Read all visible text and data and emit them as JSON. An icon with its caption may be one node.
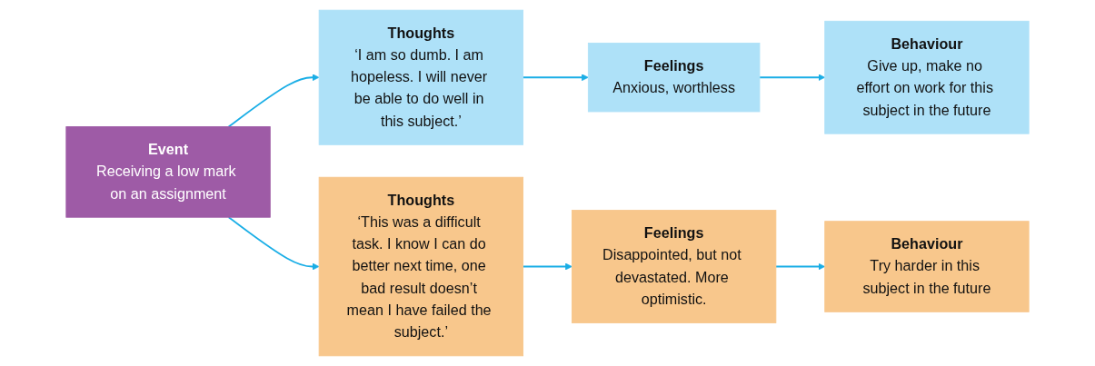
{
  "diagram": {
    "nodes": [
      {
        "text": [
          "Event",
          "Receiving a low mark on an assignment"
        ]
      },
      {
        "text": [
          "Thoughts",
          "‘I am so dumb. I am hopeless. I will never be able to do well in this subject.’"
        ]
      },
      {
        "text": [
          "Feelings",
          "Anxious, worthless"
        ]
      },
      {
        "text": [
          "Behaviour",
          "Give up, make no effort on work for this subject in the future"
        ]
      },
      {
        "text": [
          "Thoughts",
          "‘This was a difficult task. I know I can do better next time, one bad result doesn’t mean I have failed the subject.’"
        ]
      },
      {
        "text": [
          "Feelings",
          "Disappointed, but not devastated. More optimistic."
        ]
      },
      {
        "text": [
          "Behaviour",
          "Try harder in this subject in the future"
        ]
      }
    ],
    "edges": [
      {
        "from": 0,
        "to": 1,
        "arrow": "to"
      },
      {
        "from": 1,
        "to": 2,
        "arrow": "to"
      },
      {
        "from": 2,
        "to": 3,
        "arrow": "to"
      },
      {
        "from": 0,
        "to": 4,
        "arrow": "to"
      },
      {
        "from": 4,
        "to": 5,
        "arrow": "to"
      },
      {
        "from": 5,
        "to": 6,
        "arrow": "to"
      }
    ]
  }
}
